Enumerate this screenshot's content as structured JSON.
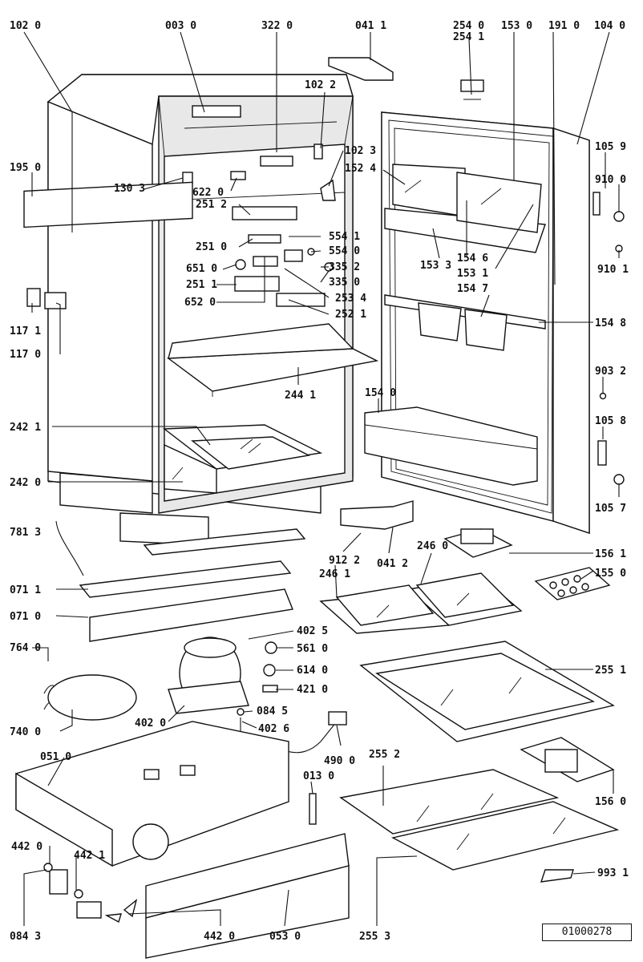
{
  "reference_code": "01000278",
  "labels": [
    "102 0",
    "003 0",
    "322 0",
    "041 1",
    "254 0",
    "254 1",
    "153 0",
    "191 0",
    "104 0",
    "102 2",
    "102 3",
    "152 4",
    "105 9",
    "910 0",
    "195 0",
    "130 3",
    "622 0",
    "251 2",
    "251 0",
    "554 1",
    "554 0",
    "651 0",
    "335 2",
    "335 0",
    "251 1",
    "253 4",
    "652 0",
    "252 1",
    "153 3",
    "154 6",
    "153 1",
    "154 7",
    "910 1",
    "117 1",
    "117 0",
    "154 8",
    "244 1",
    "903 2",
    "154 0",
    "242 1",
    "105 8",
    "242 0",
    "105 7",
    "781 3",
    "156 1",
    "912 2",
    "041 2",
    "246 0",
    "246 1",
    "155 0",
    "071 1",
    "071 0",
    "402 5",
    "764 0",
    "561 0",
    "255 1",
    "614 0",
    "421 0",
    "402 0",
    "084 5",
    "402 6",
    "740 0",
    "490 0",
    "255 2",
    "051 0",
    "013 0",
    "156 0",
    "442 0",
    "442 1",
    "993 1",
    "084 3",
    "053 0",
    "255 3"
  ]
}
